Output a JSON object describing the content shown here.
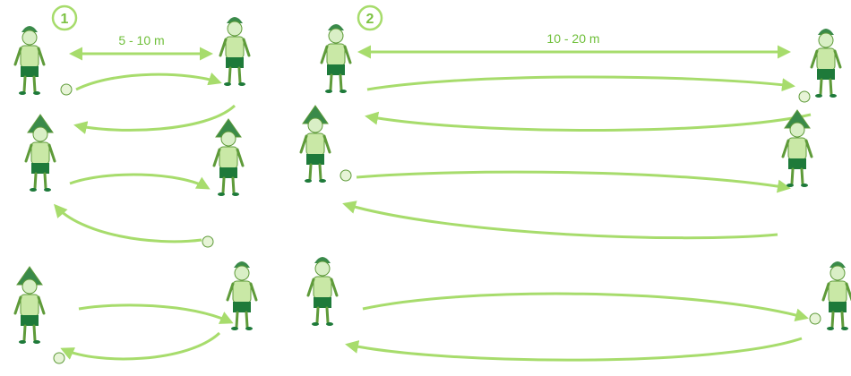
{
  "panels": [
    {
      "number": "1",
      "distance_label": "5 - 10 m"
    },
    {
      "number": "2",
      "distance_label": "10 - 20 m"
    }
  ],
  "colors": {
    "arrow": "#a7dc6c",
    "arrow_dark": "#8fcb52",
    "skin": "#d9efc6",
    "skin_outline": "#5f9b3a",
    "shirt": "#c9e8a6",
    "shorts": "#1e7a3a",
    "hair": "#3a8a4a",
    "ball": "#e7f4d7"
  }
}
